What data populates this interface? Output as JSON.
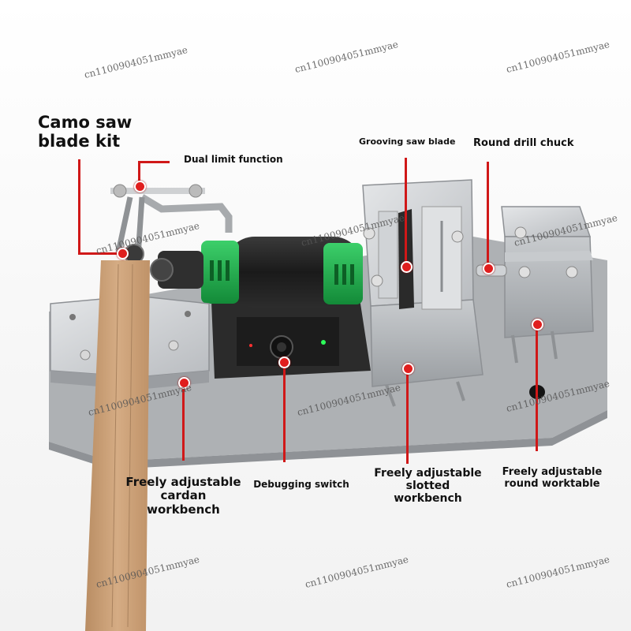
{
  "labels": {
    "camo_saw": "Camo saw\nblade kit",
    "dual_limit": "Dual limit function",
    "grooving_saw": "Grooving saw blade",
    "round_drill": "Round drill chuck",
    "cardan_workbench": "Freely adjustable\ncardan\nworkbench",
    "debugging_switch": "Debugging switch",
    "slotted_workbench": "Freely adjustable\nslotted\nworkbench",
    "round_worktable": "Freely adjustable\nround worktable"
  },
  "watermark": "cn1100904051mmyae",
  "colors": {
    "pointer": "#d01818",
    "motor_green": "#1fa84a",
    "base_grey": "#a9acaf",
    "wood": "#caa07a"
  }
}
